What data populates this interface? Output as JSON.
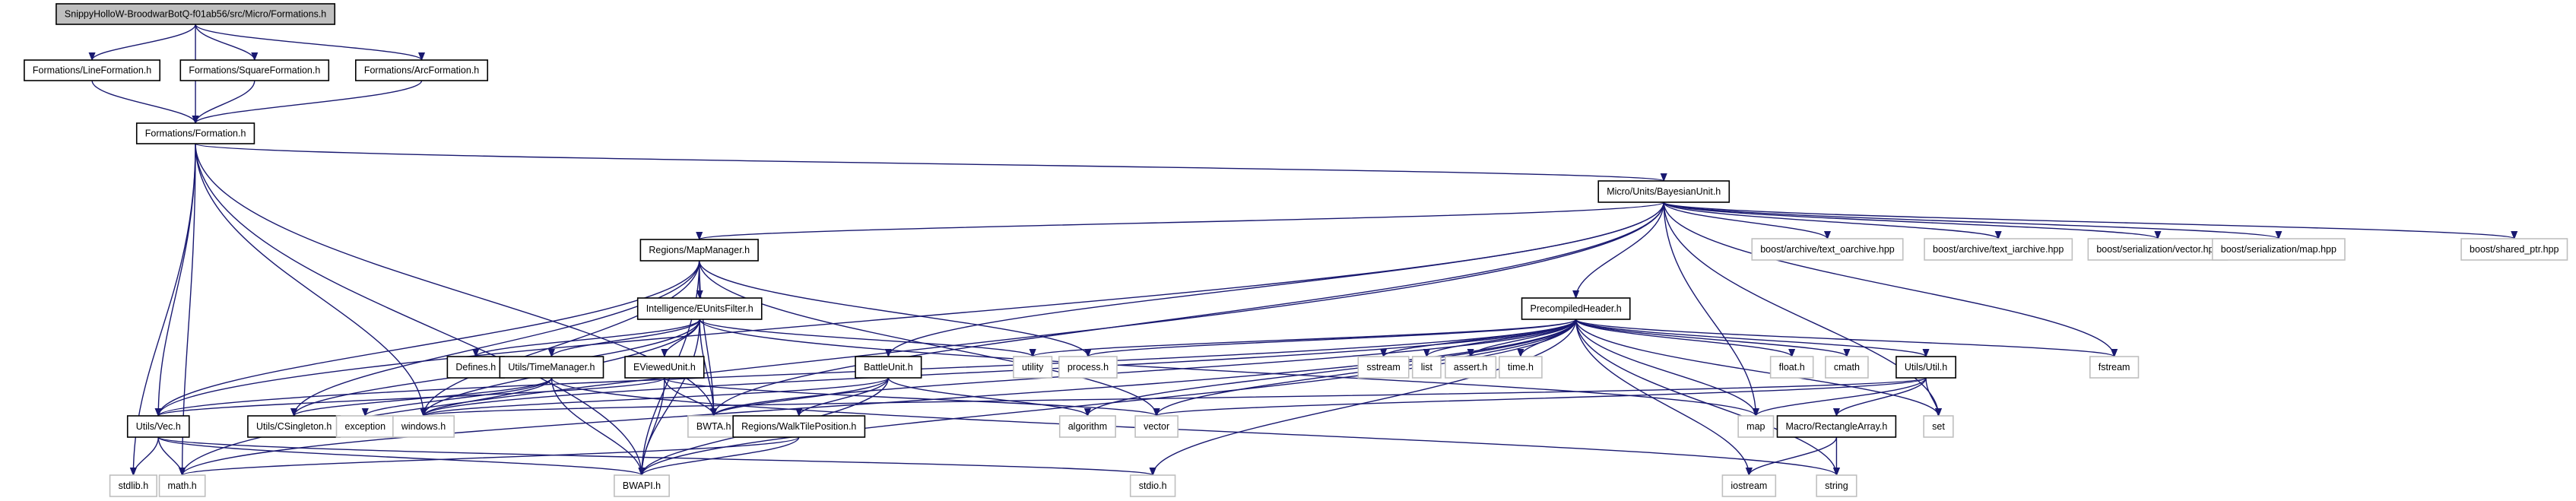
{
  "diagram": {
    "type": "include-dependency-graph",
    "colors": {
      "edge": "#191970",
      "root_fill": "#bfbfbf",
      "project_border": "#000000",
      "external_border": "#bfbfbf"
    },
    "nodes": [
      {
        "id": "root",
        "label": "SnippyHolloW-BroodwarBotQ-f01ab56/src/Micro/Formations.h",
        "kind": "root"
      },
      {
        "id": "line",
        "label": "Formations/LineFormation.h",
        "kind": "project"
      },
      {
        "id": "square",
        "label": "Formations/SquareFormation.h",
        "kind": "project"
      },
      {
        "id": "arc",
        "label": "Formations/ArcFormation.h",
        "kind": "project"
      },
      {
        "id": "formation",
        "label": "Formations/Formation.h",
        "kind": "project"
      },
      {
        "id": "bayes",
        "label": "Micro/Units/BayesianUnit.h",
        "kind": "project"
      },
      {
        "id": "mapmgr",
        "label": "Regions/MapManager.h",
        "kind": "project"
      },
      {
        "id": "toarch",
        "label": "boost/archive/text_oarchive.hpp",
        "kind": "external"
      },
      {
        "id": "tiarch",
        "label": "boost/archive/text_iarchive.hpp",
        "kind": "external"
      },
      {
        "id": "svector",
        "label": "boost/serialization/vector.hpp",
        "kind": "external"
      },
      {
        "id": "smap",
        "label": "boost/serialization/map.hpp",
        "kind": "external"
      },
      {
        "id": "sharedptr",
        "label": "boost/shared_ptr.hpp",
        "kind": "external"
      },
      {
        "id": "eunits",
        "label": "Intelligence/EUnitsFilter.h",
        "kind": "project"
      },
      {
        "id": "pch",
        "label": "PrecompiledHeader.h",
        "kind": "project"
      },
      {
        "id": "defines",
        "label": "Defines.h",
        "kind": "project"
      },
      {
        "id": "timemgr",
        "label": "Utils/TimeManager.h",
        "kind": "project"
      },
      {
        "id": "eviewed",
        "label": "EViewedUnit.h",
        "kind": "project"
      },
      {
        "id": "battle",
        "label": "BattleUnit.h",
        "kind": "project"
      },
      {
        "id": "utility",
        "label": "utility",
        "kind": "external"
      },
      {
        "id": "process",
        "label": "process.h",
        "kind": "external"
      },
      {
        "id": "sstream",
        "label": "sstream",
        "kind": "external"
      },
      {
        "id": "list",
        "label": "list",
        "kind": "external"
      },
      {
        "id": "assert",
        "label": "assert.h",
        "kind": "external"
      },
      {
        "id": "time",
        "label": "time.h",
        "kind": "external"
      },
      {
        "id": "float",
        "label": "float.h",
        "kind": "external"
      },
      {
        "id": "cmath",
        "label": "cmath",
        "kind": "external"
      },
      {
        "id": "util",
        "label": "Utils/Util.h",
        "kind": "project"
      },
      {
        "id": "fstream",
        "label": "fstream",
        "kind": "external"
      },
      {
        "id": "vec",
        "label": "Utils/Vec.h",
        "kind": "project"
      },
      {
        "id": "csingleton",
        "label": "Utils/CSingleton.h",
        "kind": "project"
      },
      {
        "id": "exception",
        "label": "exception",
        "kind": "external"
      },
      {
        "id": "windows",
        "label": "windows.h",
        "kind": "external"
      },
      {
        "id": "bwta",
        "label": "BWTA.h",
        "kind": "external"
      },
      {
        "id": "walktile",
        "label": "Regions/WalkTilePosition.h",
        "kind": "project"
      },
      {
        "id": "algorithm",
        "label": "algorithm",
        "kind": "external"
      },
      {
        "id": "vector",
        "label": "vector",
        "kind": "external"
      },
      {
        "id": "map",
        "label": "map",
        "kind": "external"
      },
      {
        "id": "rectarray",
        "label": "Macro/RectangleArray.h",
        "kind": "project"
      },
      {
        "id": "set",
        "label": "set",
        "kind": "external"
      },
      {
        "id": "stdlib",
        "label": "stdlib.h",
        "kind": "external"
      },
      {
        "id": "math",
        "label": "math.h",
        "kind": "external"
      },
      {
        "id": "bwapi",
        "label": "BWAPI.h",
        "kind": "external"
      },
      {
        "id": "stdio",
        "label": "stdio.h",
        "kind": "external"
      },
      {
        "id": "iostream",
        "label": "iostream",
        "kind": "external"
      },
      {
        "id": "string",
        "label": "string",
        "kind": "external"
      }
    ],
    "edges": [
      [
        "root",
        "line"
      ],
      [
        "root",
        "square"
      ],
      [
        "root",
        "arc"
      ],
      [
        "root",
        "formation"
      ],
      [
        "line",
        "formation"
      ],
      [
        "square",
        "formation"
      ],
      [
        "arc",
        "formation"
      ],
      [
        "formation",
        "bayes"
      ],
      [
        "formation",
        "vec"
      ],
      [
        "formation",
        "math"
      ],
      [
        "formation",
        "bwapi"
      ],
      [
        "formation",
        "bwta"
      ],
      [
        "formation",
        "windows"
      ],
      [
        "formation",
        "stdlib"
      ],
      [
        "bayes",
        "mapmgr"
      ],
      [
        "bayes",
        "pch"
      ],
      [
        "bayes",
        "toarch"
      ],
      [
        "bayes",
        "tiarch"
      ],
      [
        "bayes",
        "svector"
      ],
      [
        "bayes",
        "smap"
      ],
      [
        "bayes",
        "sharedptr"
      ],
      [
        "bayes",
        "battle"
      ],
      [
        "bayes",
        "vec"
      ],
      [
        "bayes",
        "bwta"
      ],
      [
        "bayes",
        "fstream"
      ],
      [
        "bayes",
        "set"
      ],
      [
        "bayes",
        "map"
      ],
      [
        "bayes",
        "math"
      ],
      [
        "mapmgr",
        "eunits"
      ],
      [
        "mapmgr",
        "vec"
      ],
      [
        "mapmgr",
        "csingleton"
      ],
      [
        "mapmgr",
        "windows"
      ],
      [
        "mapmgr",
        "bwta"
      ],
      [
        "mapmgr",
        "bwapi"
      ],
      [
        "mapmgr",
        "process"
      ],
      [
        "mapmgr",
        "vector"
      ],
      [
        "eunits",
        "defines"
      ],
      [
        "eunits",
        "timemgr"
      ],
      [
        "eunits",
        "eviewed"
      ],
      [
        "eunits",
        "bwapi"
      ],
      [
        "eunits",
        "bwta"
      ],
      [
        "eunits",
        "csingleton"
      ],
      [
        "eunits",
        "utility"
      ],
      [
        "eunits",
        "map"
      ],
      [
        "eunits",
        "windows"
      ],
      [
        "timemgr",
        "csingleton"
      ],
      [
        "timemgr",
        "exception"
      ],
      [
        "timemgr",
        "windows"
      ],
      [
        "timemgr",
        "bwapi"
      ],
      [
        "timemgr",
        "string"
      ],
      [
        "eviewed",
        "bwta"
      ],
      [
        "eviewed",
        "bwapi"
      ],
      [
        "eviewed",
        "vec"
      ],
      [
        "eviewed",
        "vector"
      ],
      [
        "battle",
        "walktile"
      ],
      [
        "battle",
        "bwta"
      ],
      [
        "battle",
        "windows"
      ],
      [
        "battle",
        "algorithm"
      ],
      [
        "battle",
        "bwapi"
      ],
      [
        "walktile",
        "bwapi"
      ],
      [
        "walktile",
        "math"
      ],
      [
        "pch",
        "utility"
      ],
      [
        "pch",
        "process"
      ],
      [
        "pch",
        "sstream"
      ],
      [
        "pch",
        "list"
      ],
      [
        "pch",
        "assert"
      ],
      [
        "pch",
        "time"
      ],
      [
        "pch",
        "float"
      ],
      [
        "pch",
        "cmath"
      ],
      [
        "pch",
        "util"
      ],
      [
        "pch",
        "fstream"
      ],
      [
        "pch",
        "bwta"
      ],
      [
        "pch",
        "bwapi"
      ],
      [
        "pch",
        "windows"
      ],
      [
        "pch",
        "algorithm"
      ],
      [
        "pch",
        "vector"
      ],
      [
        "pch",
        "map"
      ],
      [
        "pch",
        "set"
      ],
      [
        "pch",
        "string"
      ],
      [
        "pch",
        "iostream"
      ],
      [
        "pch",
        "stdio"
      ],
      [
        "pch",
        "math"
      ],
      [
        "pch",
        "vec"
      ],
      [
        "util",
        "rectarray"
      ],
      [
        "util",
        "set"
      ],
      [
        "util",
        "map"
      ],
      [
        "util",
        "vector"
      ],
      [
        "util",
        "windows"
      ],
      [
        "rectarray",
        "string"
      ],
      [
        "rectarray",
        "iostream"
      ],
      [
        "vec",
        "stdlib"
      ],
      [
        "vec",
        "math"
      ],
      [
        "vec",
        "stdio"
      ],
      [
        "vec",
        "bwapi"
      ]
    ]
  }
}
